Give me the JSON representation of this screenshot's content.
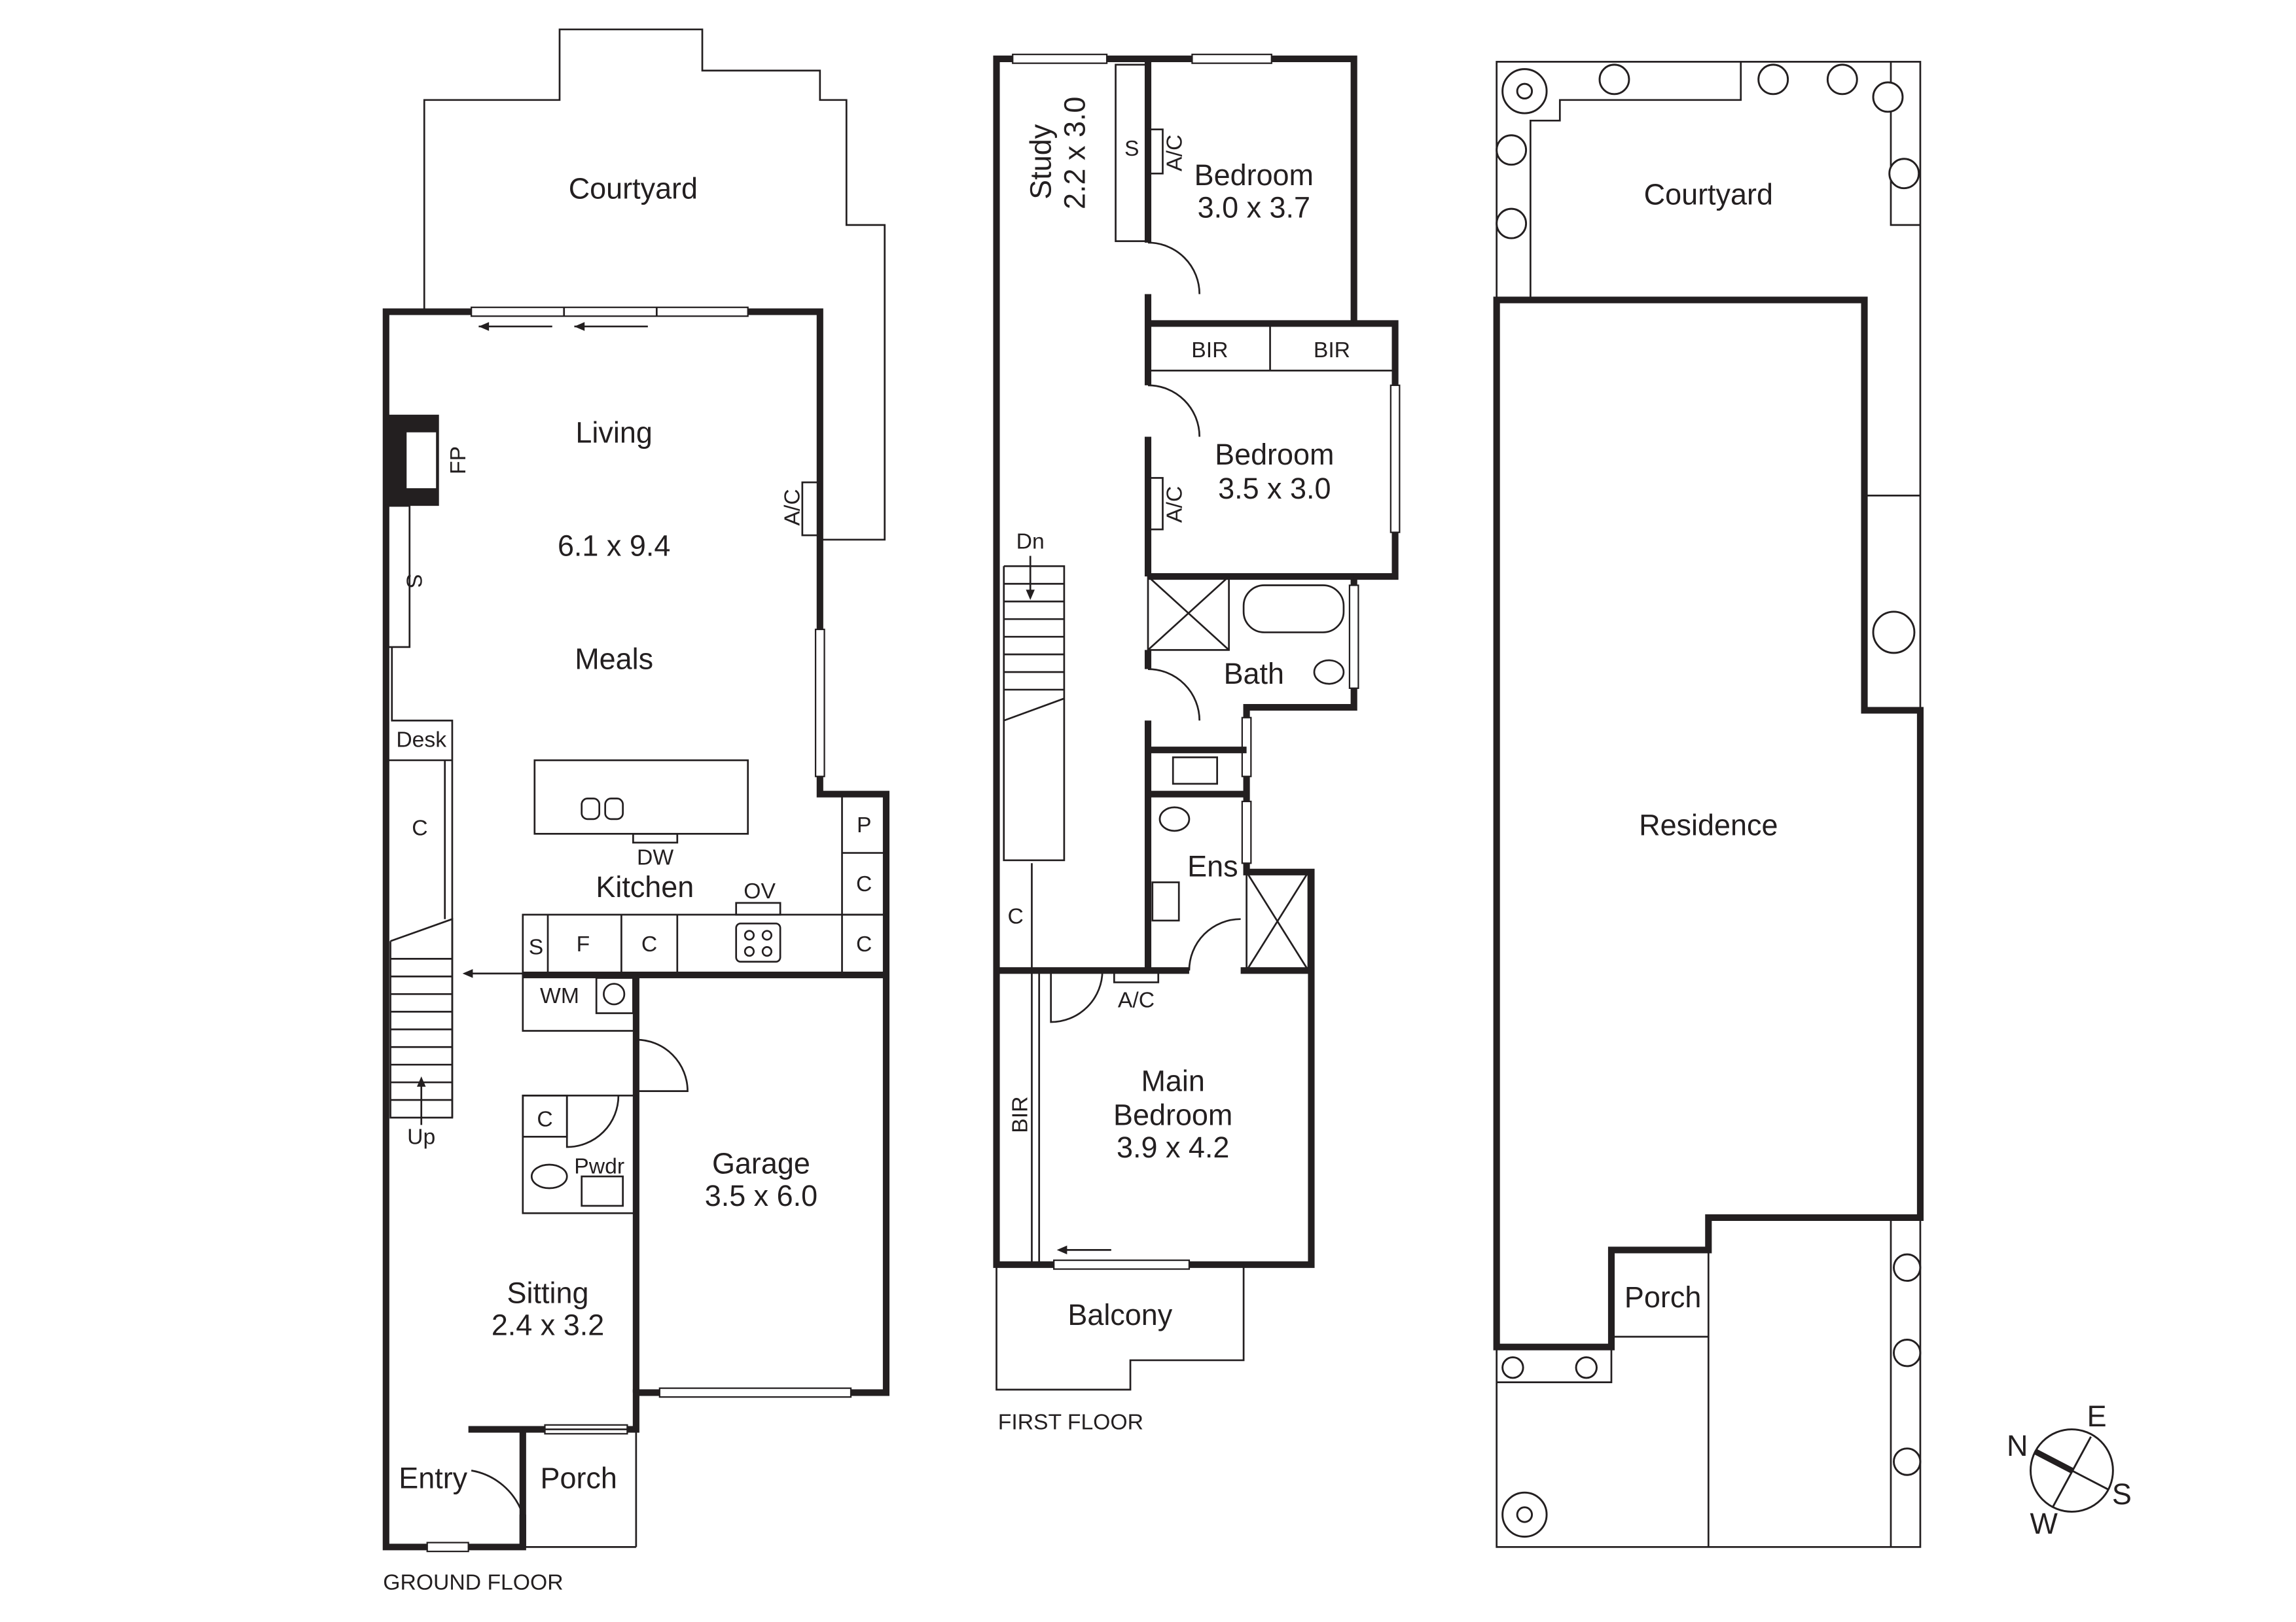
{
  "ground_floor": {
    "caption": "GROUND FLOOR",
    "courtyard": "Courtyard",
    "living": "Living",
    "living_dims": "6.1 x 9.4",
    "meals": "Meals",
    "fp": "FP",
    "ac": "A/C",
    "s_store": "S",
    "desk": "Desk",
    "c_stair": "C",
    "dw": "DW",
    "kitchen": "Kitchen",
    "ov": "OV",
    "p": "P",
    "c1": "C",
    "c2": "C",
    "c3": "C",
    "s2": "S",
    "f": "F",
    "wm": "WM",
    "up": "Up",
    "c_pwdr": "C",
    "pwdr": "Pwdr",
    "garage": "Garage",
    "garage_dims": "3.5 x 6.0",
    "sitting": "Sitting",
    "sitting_dims": "2.4 x 3.2",
    "entry": "Entry",
    "porch": "Porch"
  },
  "first_floor": {
    "caption": "FIRST FLOOR",
    "study": "Study",
    "study_dims": "2.2 x 3.0",
    "s": "S",
    "ac1": "A/C",
    "bedroom1": "Bedroom",
    "bedroom1_dims": "3.0 x 3.7",
    "bir1": "BIR",
    "bir2": "BIR",
    "bedroom2": "Bedroom",
    "bedroom2_dims": "3.5 x 3.0",
    "ac2": "A/C",
    "dn": "Dn",
    "bath": "Bath",
    "c": "C",
    "ens": "Ens",
    "ac3": "A/C",
    "bir3": "BIR",
    "main_bedroom_1": "Main",
    "main_bedroom_2": "Bedroom",
    "main_bedroom_dims": "3.9 x 4.2",
    "balcony": "Balcony"
  },
  "site_plan": {
    "courtyard": "Courtyard",
    "residence": "Residence",
    "porch": "Porch"
  },
  "compass": {
    "n": "N",
    "e": "E",
    "s": "S",
    "w": "W"
  }
}
